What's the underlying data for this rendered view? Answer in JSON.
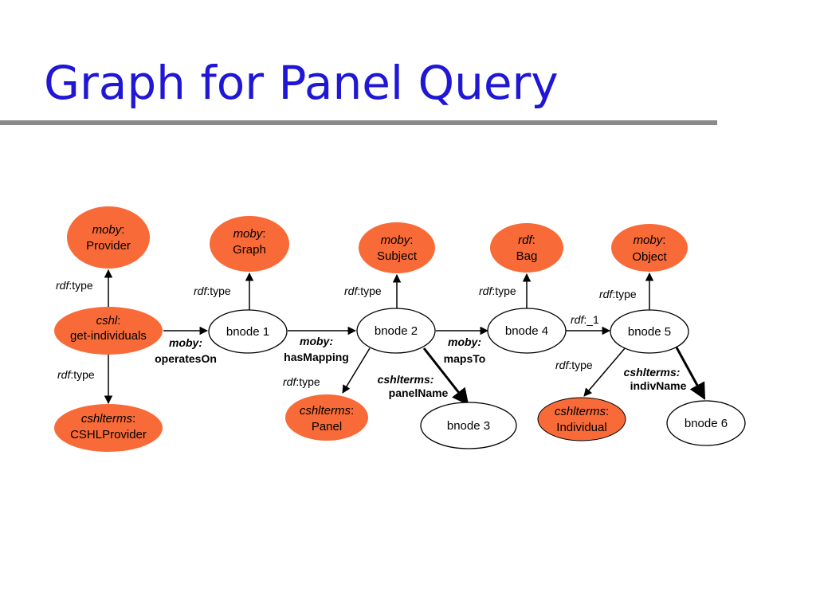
{
  "title": "Graph for Panel Query",
  "colors": {
    "class_fill": "#f86a38",
    "title": "#1f16d6",
    "rule": "#8a8a8a"
  },
  "nodes": {
    "provider": {
      "prefix": "moby",
      "name": "Provider"
    },
    "graph": {
      "prefix": "moby",
      "name": "Graph"
    },
    "subject": {
      "prefix": "moby",
      "name": "Subject"
    },
    "bag": {
      "prefix": "rdf",
      "name": "Bag"
    },
    "object": {
      "prefix": "moby",
      "name": "Object"
    },
    "get_individuals": {
      "prefix": "cshl",
      "name": "get-individuals"
    },
    "cshl_provider": {
      "prefix": "cshlterms",
      "name": "CSHLProvider"
    },
    "panel": {
      "prefix": "cshlterms",
      "name": "Panel"
    },
    "individual": {
      "prefix": "cshlterms",
      "name": "Individual"
    },
    "bnode1": "bnode 1",
    "bnode2": "bnode 2",
    "bnode3": "bnode 3",
    "bnode4": "bnode 4",
    "bnode5": "bnode 5",
    "bnode6": "bnode 6"
  },
  "edges": {
    "rdf_prefix": "rdf",
    "type_suffix": ":type",
    "one_suffix": ":_1",
    "operates_on": {
      "prefix": "moby:",
      "name": "operatesOn"
    },
    "has_mapping": {
      "prefix": "moby:",
      "name": "hasMapping"
    },
    "maps_to": {
      "prefix": "moby:",
      "name": "mapsTo"
    },
    "panel_name": {
      "prefix": "cshlterms:",
      "name": "panelName"
    },
    "indiv_name": {
      "prefix": "cshlterms:",
      "name": "indivName"
    }
  }
}
